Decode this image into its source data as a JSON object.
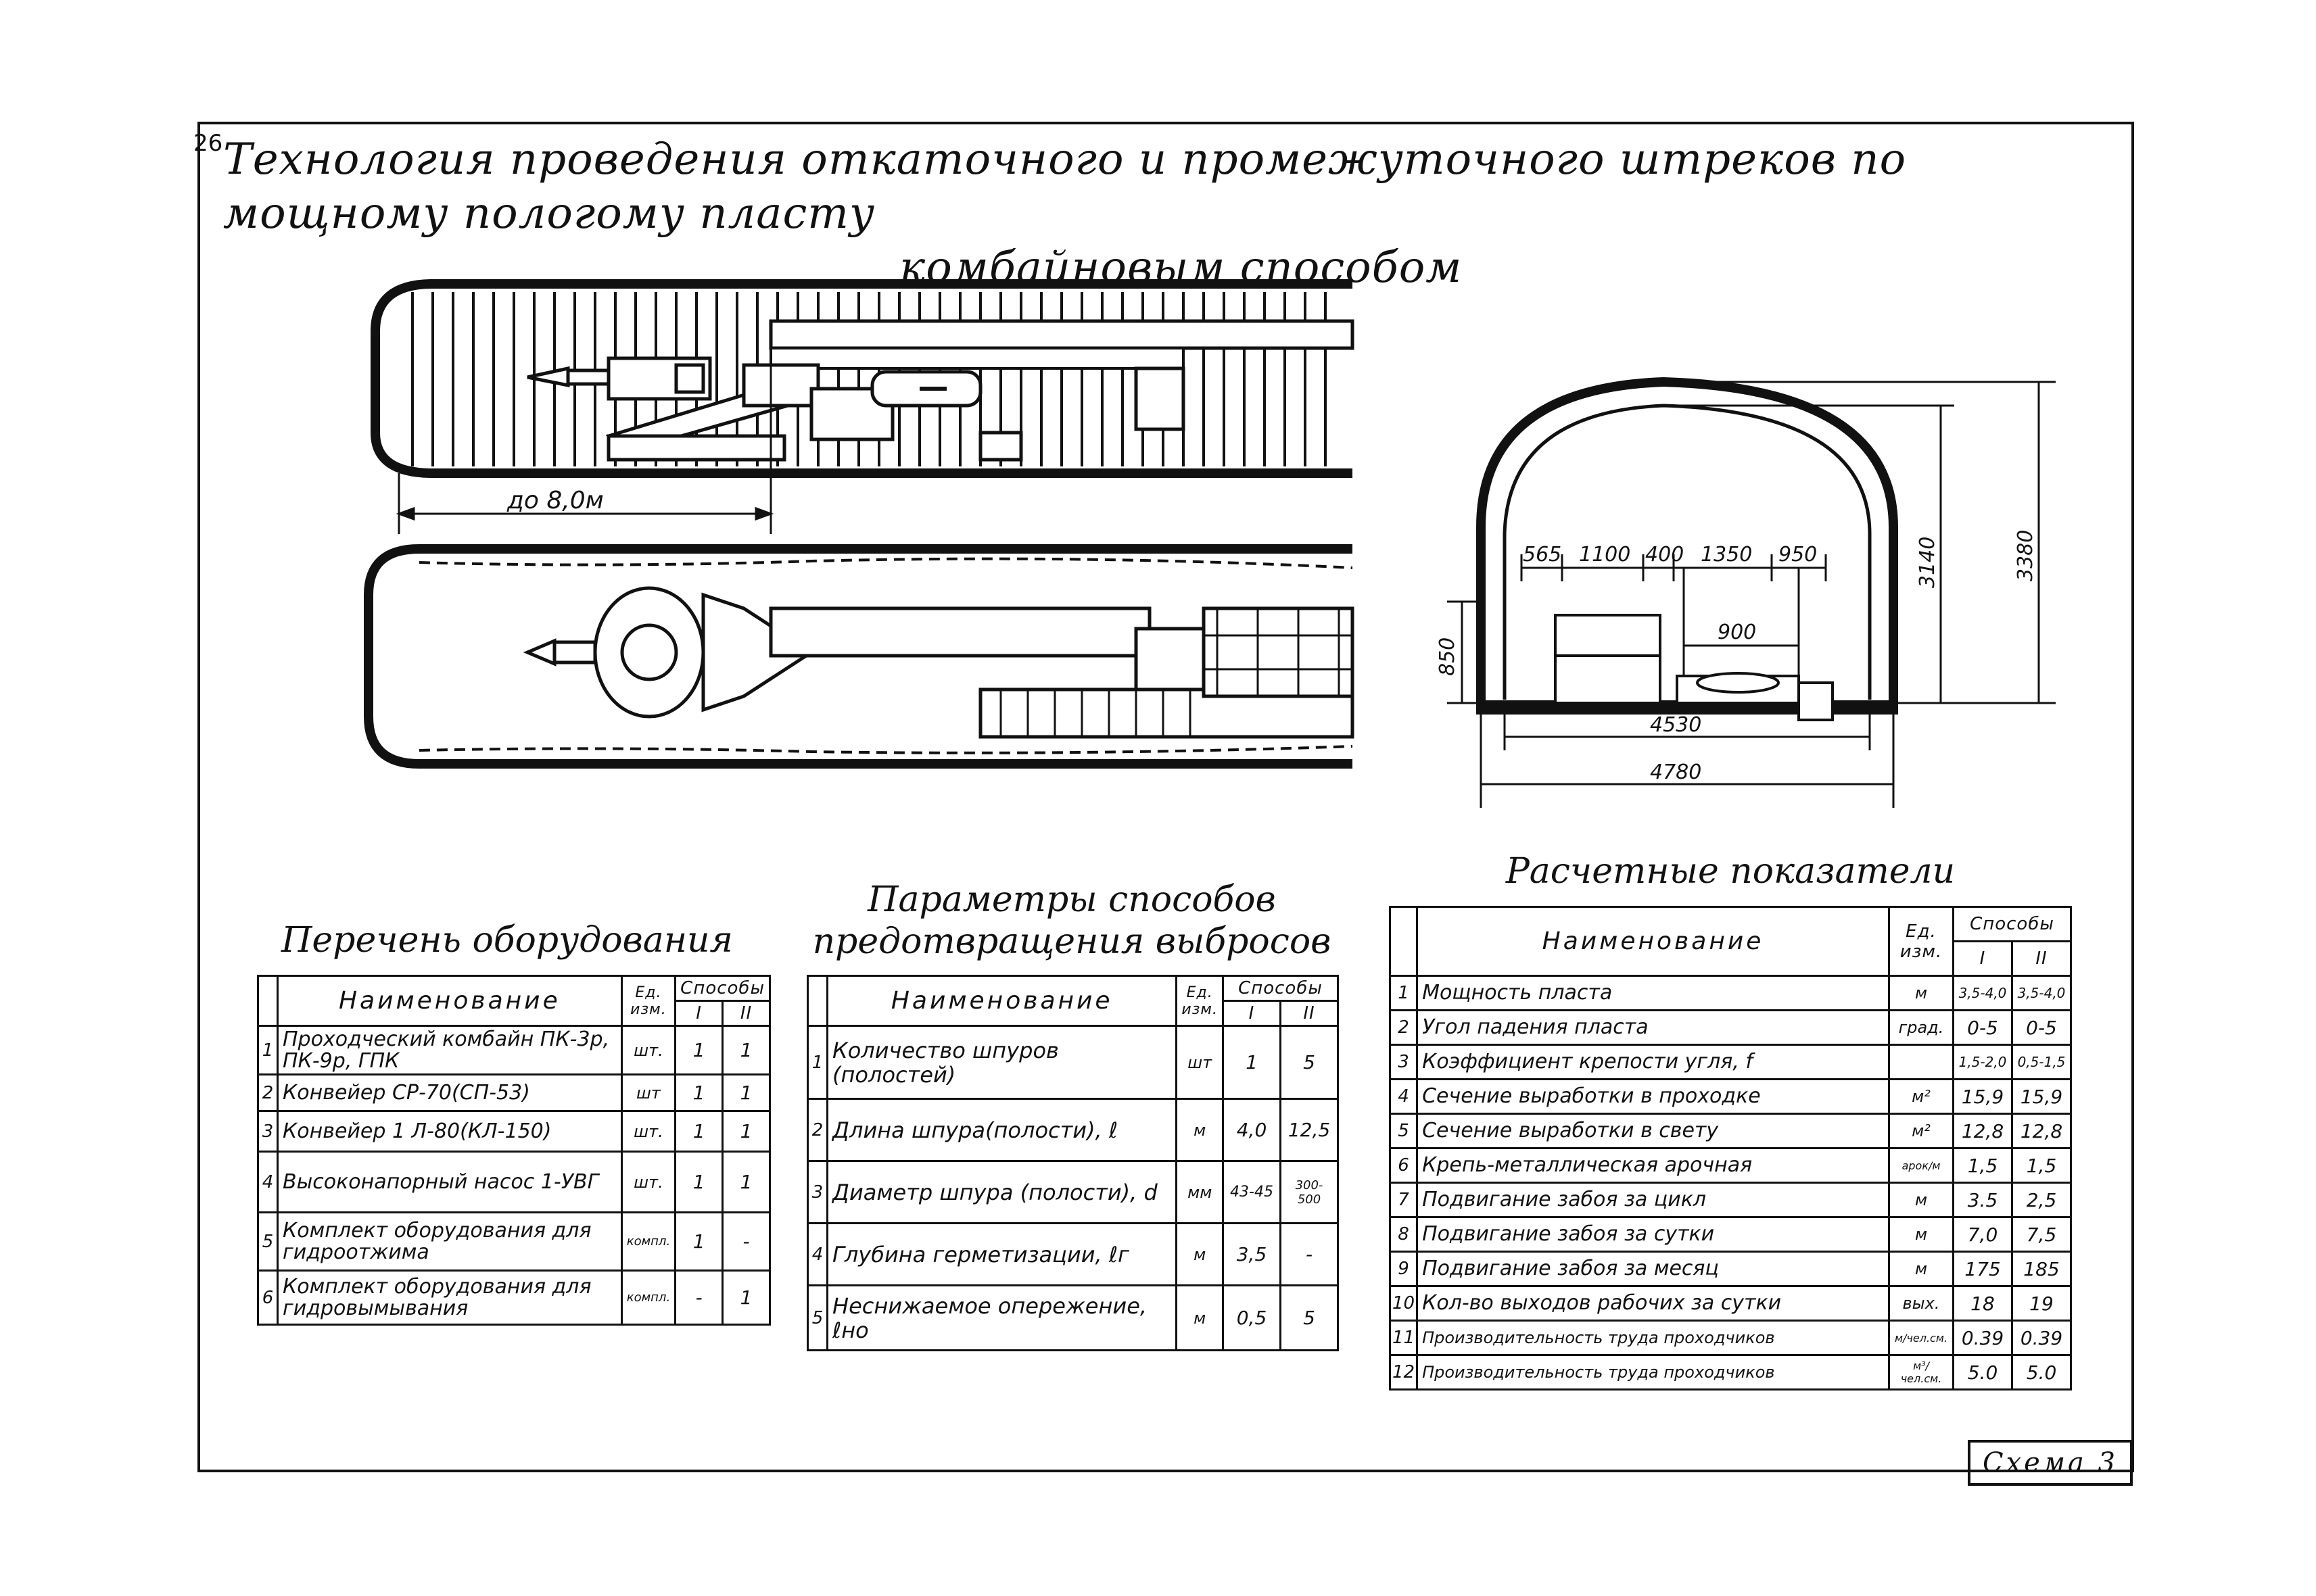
{
  "sheet": {
    "page_number": "26",
    "title_line1": "Технология проведения откаточного и промежуточного штреков по мощному пологому пласту",
    "title_line2": "комбайновым способом",
    "scheme_label": "Схема 3"
  },
  "drawings": {
    "plan_dimension": "до 8,0м",
    "cross_section": {
      "d_565": "565",
      "d_1100": "1100",
      "d_400": "400",
      "d_1350": "1350",
      "d_950": "950",
      "d_900": "900",
      "d_850": "850",
      "d_3140": "3140",
      "d_3380": "3380",
      "d_4530": "4530",
      "d_4780": "4780"
    }
  },
  "equipment": {
    "title": "Перечень оборудования",
    "h_name": "Наименование",
    "h_unit": "Ед. изм.",
    "h_methods": "Способы",
    "h_m1": "I",
    "h_m2": "II",
    "rows": [
      {
        "n": "1",
        "name": "Проходческий комбайн ПК-3р, ПК-9р, ГПК",
        "unit": "шт.",
        "m1": "1",
        "m2": "1"
      },
      {
        "n": "2",
        "name": "Конвейер СР-70(СП-53)",
        "unit": "шт",
        "m1": "1",
        "m2": "1"
      },
      {
        "n": "3",
        "name": "Конвейер 1 Л-80(КЛ-150)",
        "unit": "шт.",
        "m1": "1",
        "m2": "1"
      },
      {
        "n": "4",
        "name": "Высоконапорный насос 1-УВГ",
        "unit": "шт.",
        "m1": "1",
        "m2": "1"
      },
      {
        "n": "5",
        "name": "Комплект оборудования для гидроотжима",
        "unit": "компл.",
        "m1": "1",
        "m2": "-"
      },
      {
        "n": "6",
        "name": "Комплект оборудования для гидровымывания",
        "unit": "компл.",
        "m1": "-",
        "m2": "1"
      }
    ]
  },
  "prevention": {
    "title_line1": "Параметры способов",
    "title_line2": "предотвращения выбросов",
    "h_name": "Наименование",
    "h_unit": "Ед. изм.",
    "h_methods": "Способы",
    "h_m1": "I",
    "h_m2": "II",
    "rows": [
      {
        "n": "1",
        "name": "Количество шпуров (полостей)",
        "unit": "шт",
        "m1": "1",
        "m2": "5"
      },
      {
        "n": "2",
        "name": "Длина шпура(полости), ℓ",
        "unit": "м",
        "m1": "4,0",
        "m2": "12,5"
      },
      {
        "n": "3",
        "name": "Диаметр шпура (полости), d",
        "unit": "мм",
        "m1": "43-45",
        "m2": "300-500"
      },
      {
        "n": "4",
        "name": "Глубина герметизации, ℓг",
        "unit": "м",
        "m1": "3,5",
        "m2": "-"
      },
      {
        "n": "5",
        "name": "Неснижаемое опережение, ℓно",
        "unit": "м",
        "m1": "0,5",
        "m2": "5"
      }
    ]
  },
  "calculated": {
    "title": "Расчетные показатели",
    "h_name": "Наименование",
    "h_unit": "Ед. изм.",
    "h_methods": "Способы",
    "h_m1": "I",
    "h_m2": "II",
    "rows": [
      {
        "n": "1",
        "name": "Мощность пласта",
        "unit": "м",
        "m1": "3,5-4,0",
        "m2": "3,5-4,0"
      },
      {
        "n": "2",
        "name": "Угол падения пласта",
        "unit": "град.",
        "m1": "0-5",
        "m2": "0-5"
      },
      {
        "n": "3",
        "name": "Коэффициент крепости угля, f",
        "unit": "",
        "m1": "1,5-2,0",
        "m2": "0,5-1,5"
      },
      {
        "n": "4",
        "name": "Сечение выработки в проходке",
        "unit": "м²",
        "m1": "15,9",
        "m2": "15,9"
      },
      {
        "n": "5",
        "name": "Сечение выработки в свету",
        "unit": "м²",
        "m1": "12,8",
        "m2": "12,8"
      },
      {
        "n": "6",
        "name": "Крепь-металлическая арочная",
        "unit": "арок/м",
        "m1": "1,5",
        "m2": "1,5"
      },
      {
        "n": "7",
        "name": "Подвигание забоя за цикл",
        "unit": "м",
        "m1": "3.5",
        "m2": "2,5"
      },
      {
        "n": "8",
        "name": "Подвигание забоя за сутки",
        "unit": "м",
        "m1": "7,0",
        "m2": "7,5"
      },
      {
        "n": "9",
        "name": "Подвигание забоя за месяц",
        "unit": "м",
        "m1": "175",
        "m2": "185"
      },
      {
        "n": "10",
        "name": "Кол-во выходов рабочих за сутки",
        "unit": "вых.",
        "m1": "18",
        "m2": "19"
      },
      {
        "n": "11",
        "name": "Производительность труда проходчиков",
        "unit": "м/чел.см.",
        "m1": "0.39",
        "m2": "0.39"
      },
      {
        "n": "12",
        "name": "Производительность труда проходчиков",
        "unit": "м³/чел.см.",
        "m1": "5.0",
        "m2": "5.0"
      }
    ]
  }
}
